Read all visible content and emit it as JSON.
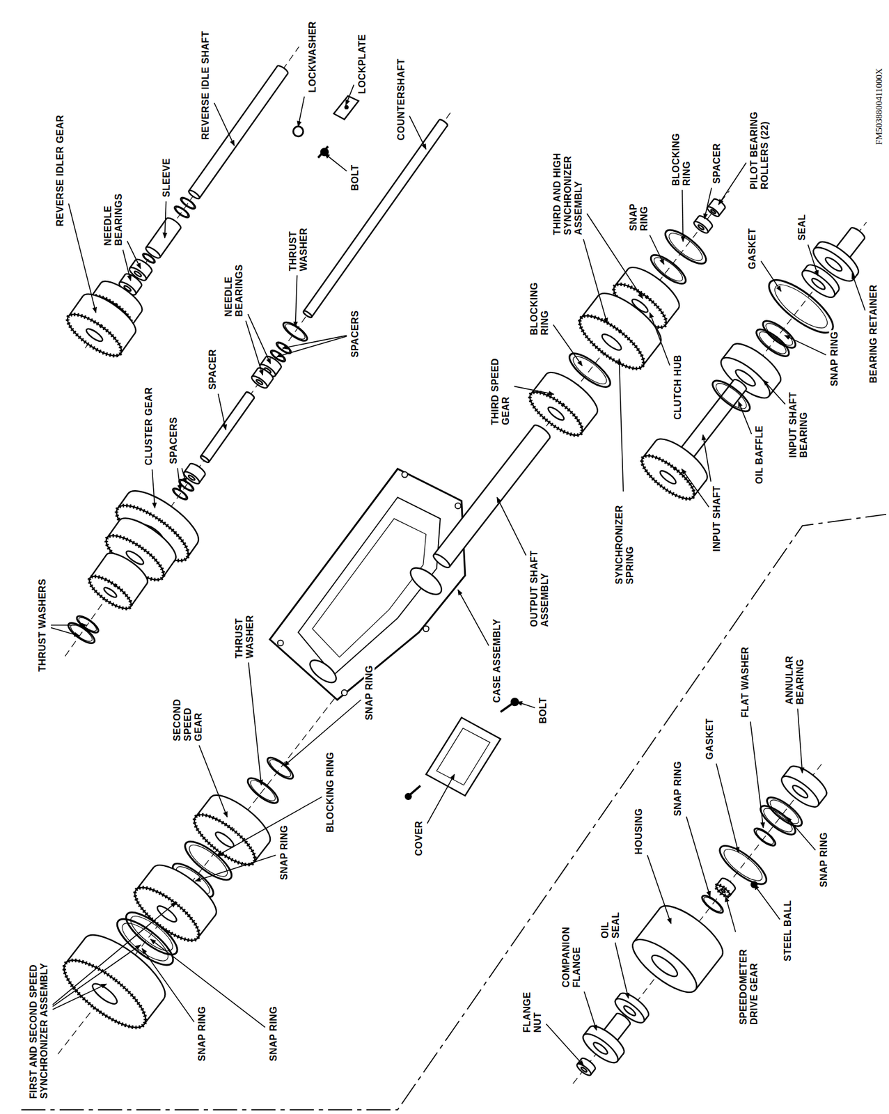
{
  "diagram": {
    "labels": [
      "FIRST AND SECOND SPEED SYNCHRONIZER ASSEMBLY",
      "THRUST WASHERS",
      "CLUSTER GEAR",
      "SPACERS",
      "SPACER",
      "REVERSE IDLER GEAR",
      "NEEDLE BEARINGS",
      "SLEEVE",
      "REVERSE IDLE SHAFT",
      "LOCKWASHER",
      "LOCKPLATE",
      "BOLT",
      "COUNTERSHAFT",
      "THRUST WASHER",
      "NEEDLE BEARINGS",
      "SPACERS",
      "THIRD SPEED GEAR",
      "BLOCKING RING",
      "THIRD AND HIGH SYNCHRONIZER ASSEMBLY",
      "SNAP RING",
      "BLOCKING RING",
      "SPACER",
      "PILOT BEARING ROLLERS (22)",
      "CLUTCH HUB",
      "SYNCHRONIZER SPRING",
      "OUTPUT SHAFT ASSEMBLY",
      "CASE ASSEMBLY",
      "COVER",
      "BOLT",
      "SECOND SPEED GEAR",
      "THRUST WASHER",
      "SNAP RING",
      "BLOCKING RING",
      "SNAP RING",
      "SNAP RING",
      "SNAP RING",
      "INPUT SHAFT",
      "OIL BAFFLE",
      "INPUT SHAFT BEARING",
      "SNAP RING",
      "GASKET",
      "SEAL",
      "BEARING RETAINER",
      "FLANGE NUT",
      "COMPANION FLANGE",
      "OIL SEAL",
      "HOUSING",
      "SNAP RING",
      "GASKET",
      "FLAT WASHER",
      "ANNULAR BEARING",
      "SPEEDOMETER DRIVE GEAR",
      "STEEL BALL",
      "SNAP RING",
      "FM5038800411000X"
    ]
  }
}
